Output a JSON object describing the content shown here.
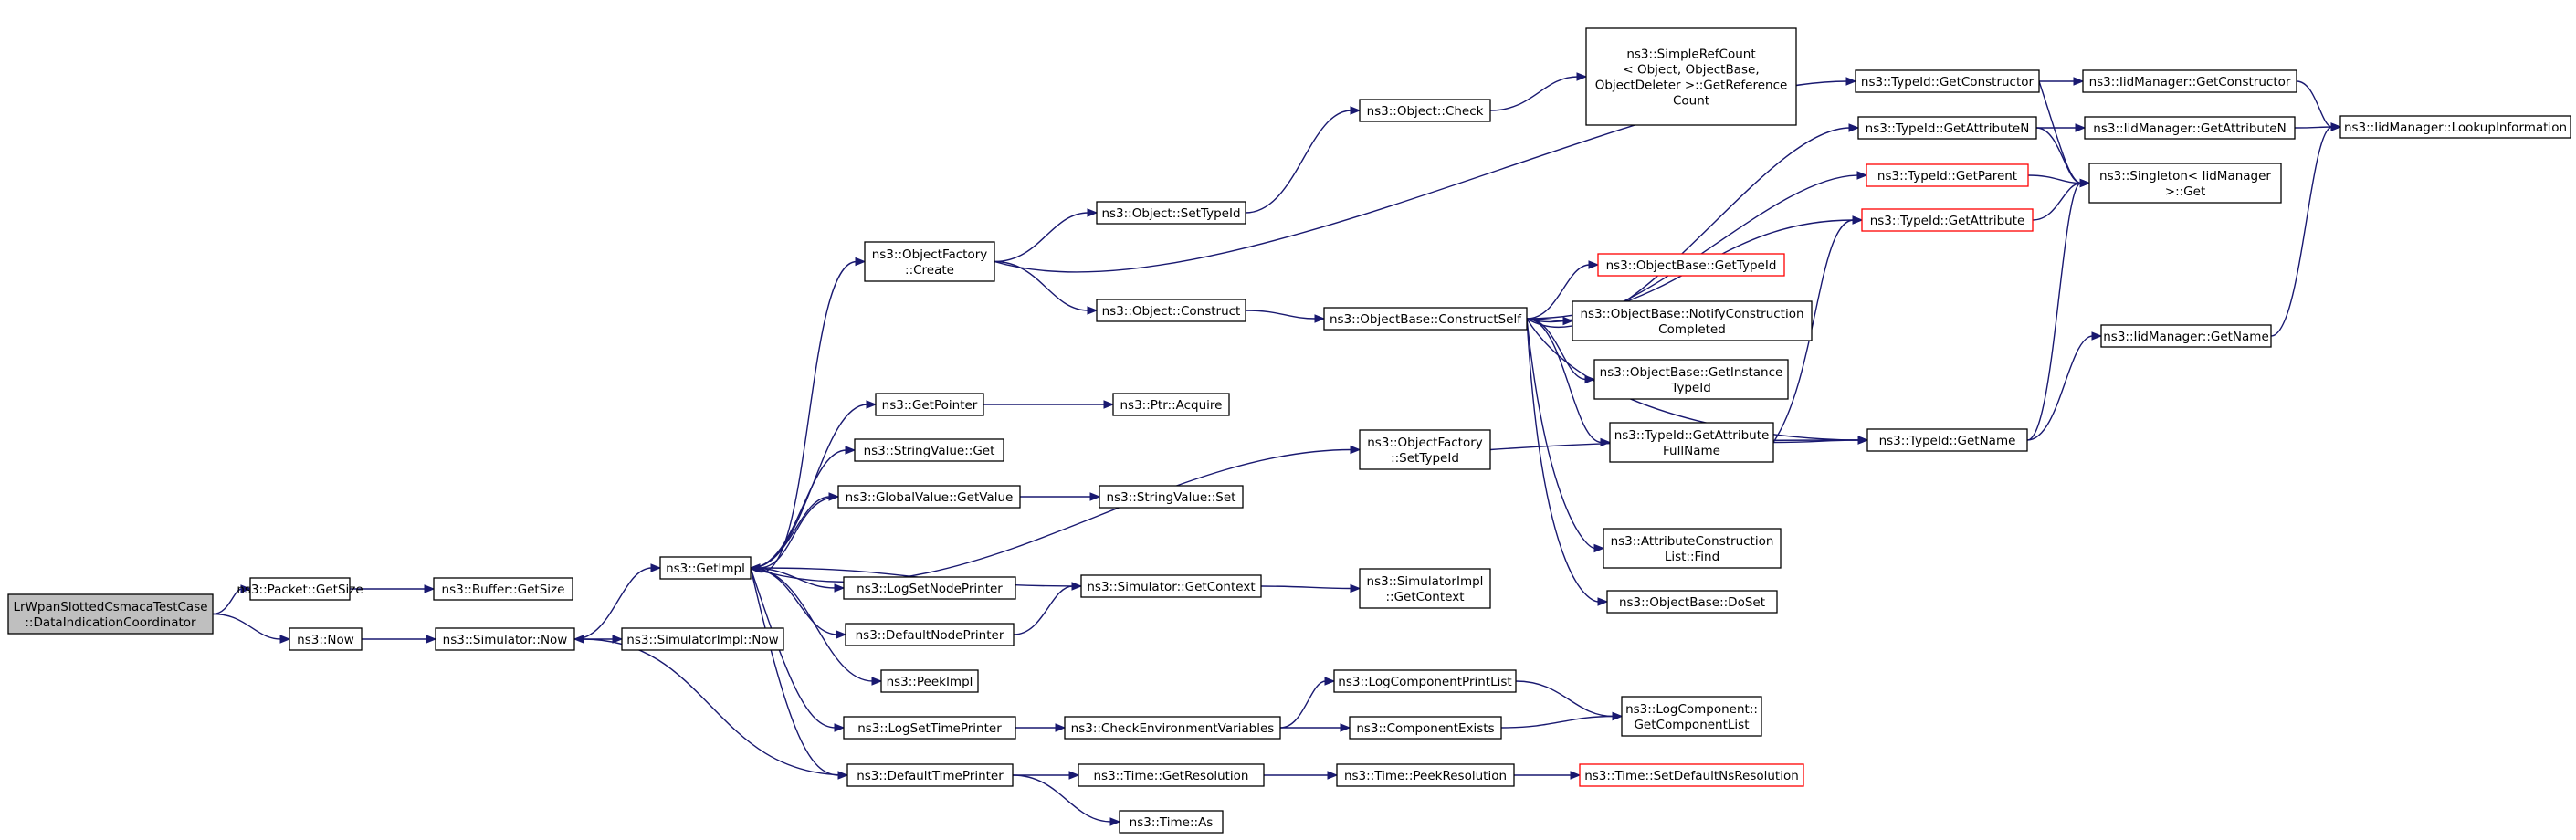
{
  "graph": {
    "colors": {
      "edge": "#191970",
      "node_border": "#000000",
      "incomplete_node_border": "#ff0000",
      "root_fill": "#bfbfbf",
      "node_fill": "#ffffff"
    },
    "nodes": [
      {
        "id": "root",
        "lines": [
          "LrWpanSlottedCsmacaTestCase",
          "::DataIndicationCoordinator"
        ],
        "style": "root"
      },
      {
        "id": "packet_getsize",
        "lines": [
          "ns3::Packet::GetSize"
        ]
      },
      {
        "id": "buffer_getsize",
        "lines": [
          "ns3::Buffer::GetSize"
        ]
      },
      {
        "id": "now",
        "lines": [
          "ns3::Now"
        ]
      },
      {
        "id": "sim_now",
        "lines": [
          "ns3::Simulator::Now"
        ]
      },
      {
        "id": "simimpl_now",
        "lines": [
          "ns3::SimulatorImpl::Now"
        ]
      },
      {
        "id": "getimpl",
        "lines": [
          "ns3::GetImpl"
        ]
      },
      {
        "id": "objfactory_create",
        "lines": [
          "ns3::ObjectFactory",
          "::Create"
        ]
      },
      {
        "id": "getpointer",
        "lines": [
          "ns3::GetPointer"
        ]
      },
      {
        "id": "stringvalue_get",
        "lines": [
          "ns3::StringValue::Get"
        ]
      },
      {
        "id": "globalvalue_getvalue",
        "lines": [
          "ns3::GlobalValue::GetValue"
        ]
      },
      {
        "id": "logsetnodeprinter",
        "lines": [
          "ns3::LogSetNodePrinter"
        ]
      },
      {
        "id": "defaultnodeprinter",
        "lines": [
          "ns3::DefaultNodePrinter"
        ]
      },
      {
        "id": "peekimpl",
        "lines": [
          "ns3::PeekImpl"
        ]
      },
      {
        "id": "logsettimeprinter",
        "lines": [
          "ns3::LogSetTimePrinter"
        ]
      },
      {
        "id": "defaulttimeprinter",
        "lines": [
          "ns3::DefaultTimePrinter"
        ]
      },
      {
        "id": "object_settypeid",
        "lines": [
          "ns3::Object::SetTypeId"
        ]
      },
      {
        "id": "object_construct",
        "lines": [
          "ns3::Object::Construct"
        ]
      },
      {
        "id": "ptr_acquire",
        "lines": [
          "ns3::Ptr::Acquire"
        ]
      },
      {
        "id": "stringvalue_set",
        "lines": [
          "ns3::StringValue::Set"
        ]
      },
      {
        "id": "sim_getcontext",
        "lines": [
          "ns3::Simulator::GetContext"
        ]
      },
      {
        "id": "checkenv",
        "lines": [
          "ns3::CheckEnvironmentVariables"
        ]
      },
      {
        "id": "time_getresolution",
        "lines": [
          "ns3::Time::GetResolution"
        ]
      },
      {
        "id": "time_as",
        "lines": [
          "ns3::Time::As"
        ]
      },
      {
        "id": "object_check",
        "lines": [
          "ns3::Object::Check"
        ]
      },
      {
        "id": "objfactory_settypeid",
        "lines": [
          "ns3::ObjectFactory",
          "::SetTypeId"
        ]
      },
      {
        "id": "simimpl_getcontext",
        "lines": [
          "ns3::SimulatorImpl",
          "::GetContext"
        ]
      },
      {
        "id": "logcomponentprintlist",
        "lines": [
          "ns3::LogComponentPrintList"
        ]
      },
      {
        "id": "componentexists",
        "lines": [
          "ns3::ComponentExists"
        ]
      },
      {
        "id": "time_peekresolution",
        "lines": [
          "ns3::Time::PeekResolution"
        ]
      },
      {
        "id": "objectbase_constructself",
        "lines": [
          "ns3::ObjectBase::ConstructSelf"
        ]
      },
      {
        "id": "simplerefcount",
        "lines": [
          "ns3::SimpleRefCount",
          "< Object, ObjectBase,",
          "ObjectDeleter >::GetReference",
          "Count"
        ]
      },
      {
        "id": "objectbase_gettypeid",
        "lines": [
          "ns3::ObjectBase::GetTypeId"
        ],
        "style": "red"
      },
      {
        "id": "objectbase_notify",
        "lines": [
          "ns3::ObjectBase::NotifyConstruction",
          "Completed"
        ]
      },
      {
        "id": "objectbase_getinstancetypeid",
        "lines": [
          "ns3::ObjectBase::GetInstance",
          "TypeId"
        ]
      },
      {
        "id": "typeid_getattributefullname",
        "lines": [
          "ns3::TypeId::GetAttribute",
          "FullName"
        ]
      },
      {
        "id": "attrconstructionlist_find",
        "lines": [
          "ns3::AttributeConstruction",
          "List::Find"
        ]
      },
      {
        "id": "objectbase_doset",
        "lines": [
          "ns3::ObjectBase::DoSet"
        ]
      },
      {
        "id": "logcomponent_getcomponentlist",
        "lines": [
          "ns3::LogComponent::",
          "GetComponentList"
        ]
      },
      {
        "id": "time_setdefaultnsresolution",
        "lines": [
          "ns3::Time::SetDefaultNsResolution"
        ],
        "style": "red"
      },
      {
        "id": "typeid_getconstructor",
        "lines": [
          "ns3::TypeId::GetConstructor"
        ]
      },
      {
        "id": "typeid_getattributen",
        "lines": [
          "ns3::TypeId::GetAttributeN"
        ]
      },
      {
        "id": "typeid_getparent",
        "lines": [
          "ns3::TypeId::GetParent"
        ],
        "style": "red"
      },
      {
        "id": "typeid_getattribute",
        "lines": [
          "ns3::TypeId::GetAttribute"
        ],
        "style": "red"
      },
      {
        "id": "typeid_getname",
        "lines": [
          "ns3::TypeId::GetName"
        ]
      },
      {
        "id": "iidmanager_getconstructor",
        "lines": [
          "ns3::IidManager::GetConstructor"
        ]
      },
      {
        "id": "iidmanager_getattributen",
        "lines": [
          "ns3::IidManager::GetAttributeN"
        ]
      },
      {
        "id": "singleton_get",
        "lines": [
          "ns3::Singleton< IidManager",
          " >::Get"
        ]
      },
      {
        "id": "iidmanager_getname",
        "lines": [
          "ns3::IidManager::GetName"
        ]
      },
      {
        "id": "iidmanager_lookupinformation",
        "lines": [
          "ns3::IidManager::LookupInformation"
        ]
      }
    ],
    "edges": [
      [
        "root",
        "packet_getsize"
      ],
      [
        "root",
        "now"
      ],
      [
        "packet_getsize",
        "buffer_getsize"
      ],
      [
        "now",
        "sim_now"
      ],
      [
        "sim_now",
        "getimpl"
      ],
      [
        "sim_now",
        "simimpl_now"
      ],
      [
        "getimpl",
        "objfactory_create"
      ],
      [
        "getimpl",
        "objfactory_settypeid"
      ],
      [
        "getimpl",
        "getpointer"
      ],
      [
        "getimpl",
        "stringvalue_get"
      ],
      [
        "getimpl",
        "globalvalue_getvalue"
      ],
      [
        "getimpl",
        "logsetnodeprinter"
      ],
      [
        "getimpl",
        "defaultnodeprinter"
      ],
      [
        "getimpl",
        "peekimpl"
      ],
      [
        "getimpl",
        "logsettimeprinter"
      ],
      [
        "getimpl",
        "defaulttimeprinter"
      ],
      [
        "objfactory_create",
        "typeid_getconstructor"
      ],
      [
        "objfactory_create",
        "object_settypeid"
      ],
      [
        "objfactory_create",
        "object_construct"
      ],
      [
        "object_settypeid",
        "object_check"
      ],
      [
        "object_check",
        "simplerefcount"
      ],
      [
        "object_construct",
        "objectbase_constructself"
      ],
      [
        "getpointer",
        "ptr_acquire"
      ],
      [
        "globalvalue_getvalue",
        "stringvalue_set"
      ],
      [
        "globalvalue_getvalue",
        "getimpl"
      ],
      [
        "defaultnodeprinter",
        "sim_getcontext"
      ],
      [
        "sim_getcontext",
        "getimpl"
      ],
      [
        "sim_getcontext",
        "simimpl_getcontext"
      ],
      [
        "logsettimeprinter",
        "checkenv"
      ],
      [
        "checkenv",
        "logcomponentprintlist"
      ],
      [
        "checkenv",
        "componentexists"
      ],
      [
        "logcomponentprintlist",
        "logcomponent_getcomponentlist"
      ],
      [
        "componentexists",
        "logcomponent_getcomponentlist"
      ],
      [
        "defaulttimeprinter",
        "sim_now"
      ],
      [
        "defaulttimeprinter",
        "time_getresolution"
      ],
      [
        "defaulttimeprinter",
        "time_as"
      ],
      [
        "time_getresolution",
        "time_peekresolution"
      ],
      [
        "time_peekresolution",
        "time_setdefaultnsresolution"
      ],
      [
        "objfactory_settypeid",
        "typeid_getname"
      ],
      [
        "objectbase_constructself",
        "typeid_getattributen"
      ],
      [
        "objectbase_constructself",
        "typeid_getparent"
      ],
      [
        "objectbase_constructself",
        "typeid_getattribute"
      ],
      [
        "objectbase_constructself",
        "objectbase_gettypeid"
      ],
      [
        "objectbase_constructself",
        "objectbase_notify"
      ],
      [
        "objectbase_constructself",
        "objectbase_getinstancetypeid"
      ],
      [
        "objectbase_constructself",
        "typeid_getattributefullname"
      ],
      [
        "objectbase_constructself",
        "typeid_getname"
      ],
      [
        "objectbase_constructself",
        "attrconstructionlist_find"
      ],
      [
        "objectbase_constructself",
        "objectbase_doset"
      ],
      [
        "typeid_getattributefullname",
        "typeid_getattribute"
      ],
      [
        "typeid_getattributefullname",
        "typeid_getname"
      ],
      [
        "typeid_getconstructor",
        "iidmanager_getconstructor"
      ],
      [
        "typeid_getconstructor",
        "singleton_get"
      ],
      [
        "typeid_getattributen",
        "iidmanager_getattributen"
      ],
      [
        "typeid_getattributen",
        "singleton_get"
      ],
      [
        "typeid_getparent",
        "singleton_get"
      ],
      [
        "typeid_getattribute",
        "singleton_get"
      ],
      [
        "typeid_getname",
        "singleton_get"
      ],
      [
        "typeid_getname",
        "iidmanager_getname"
      ],
      [
        "iidmanager_getconstructor",
        "iidmanager_lookupinformation"
      ],
      [
        "iidmanager_getattributen",
        "iidmanager_lookupinformation"
      ],
      [
        "iidmanager_getname",
        "iidmanager_lookupinformation"
      ]
    ]
  }
}
